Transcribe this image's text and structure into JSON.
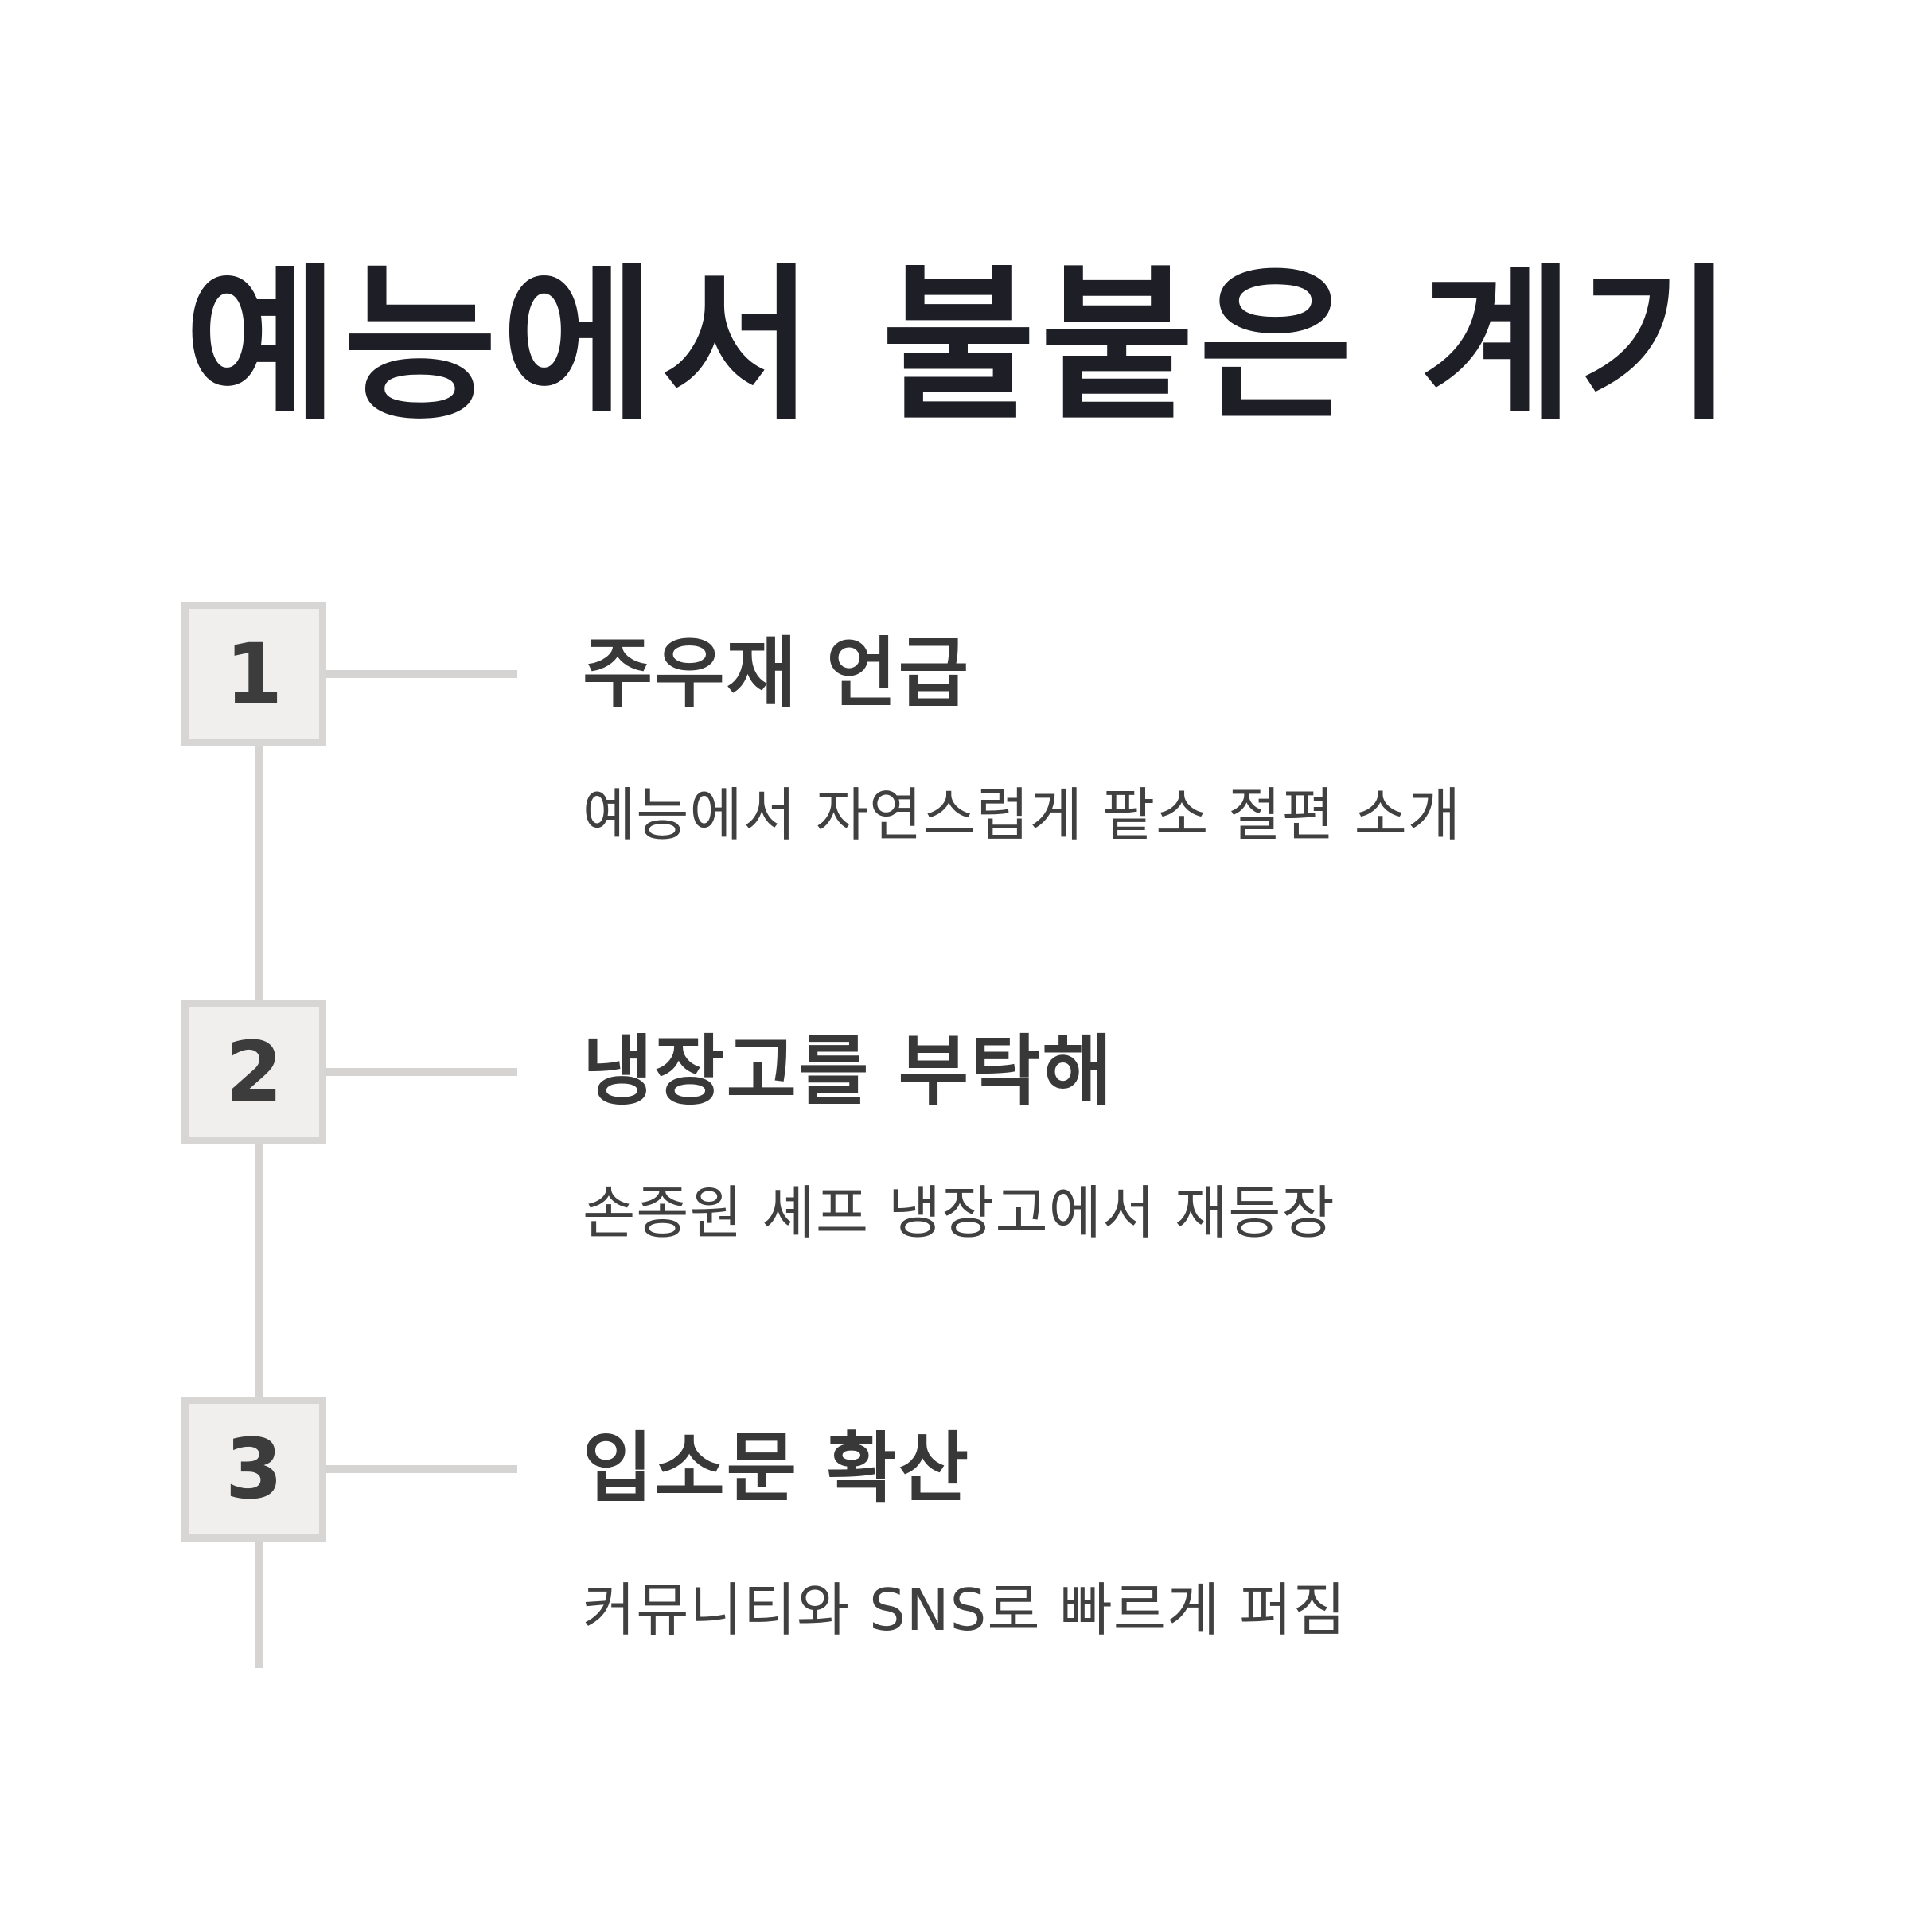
{
  "title": "예능에서 불붙은 계기",
  "steps": [
    {
      "number": "1",
      "title": "주우재 언급",
      "description": "예능에서 자연스럽게 팥소 절편 소개"
    },
    {
      "number": "2",
      "title": "냉장고를 부탁해",
      "description": "손종원 셰프 냉장고에서 재등장"
    },
    {
      "number": "3",
      "title": "입소문 확산",
      "description": "커뮤니티와 SNS로 빠르게 퍼짐"
    }
  ],
  "colors": {
    "title": "#1e1e26",
    "line": "#d6d3d3",
    "box_fill": "#f1eeee",
    "box_border": "#d8d5d5",
    "text": "#383838"
  }
}
